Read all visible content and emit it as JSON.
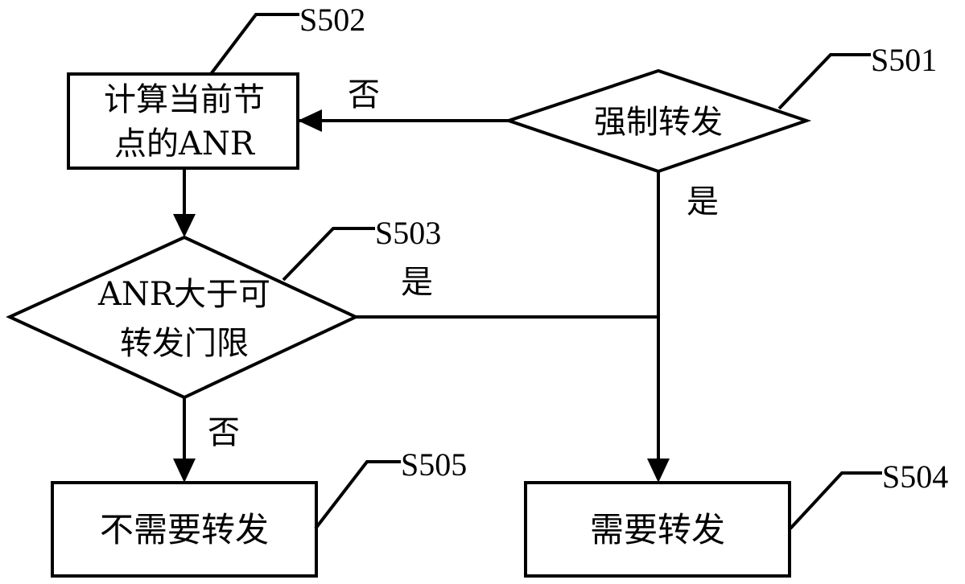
{
  "flowchart": {
    "nodes": {
      "s501": {
        "step": "S501",
        "text": "强制转发"
      },
      "s502": {
        "step": "S502",
        "lines": [
          "计算当前节",
          "点的ANR"
        ]
      },
      "s503": {
        "step": "S503",
        "lines": [
          "ANR大于可",
          "转发门限"
        ]
      },
      "s504": {
        "step": "S504",
        "text": "需要转发"
      },
      "s505": {
        "step": "S505",
        "text": "不需要转发"
      }
    },
    "edges": {
      "s501_no": "否",
      "s501_yes": "是",
      "s503_yes": "是",
      "s503_no": "否"
    }
  }
}
